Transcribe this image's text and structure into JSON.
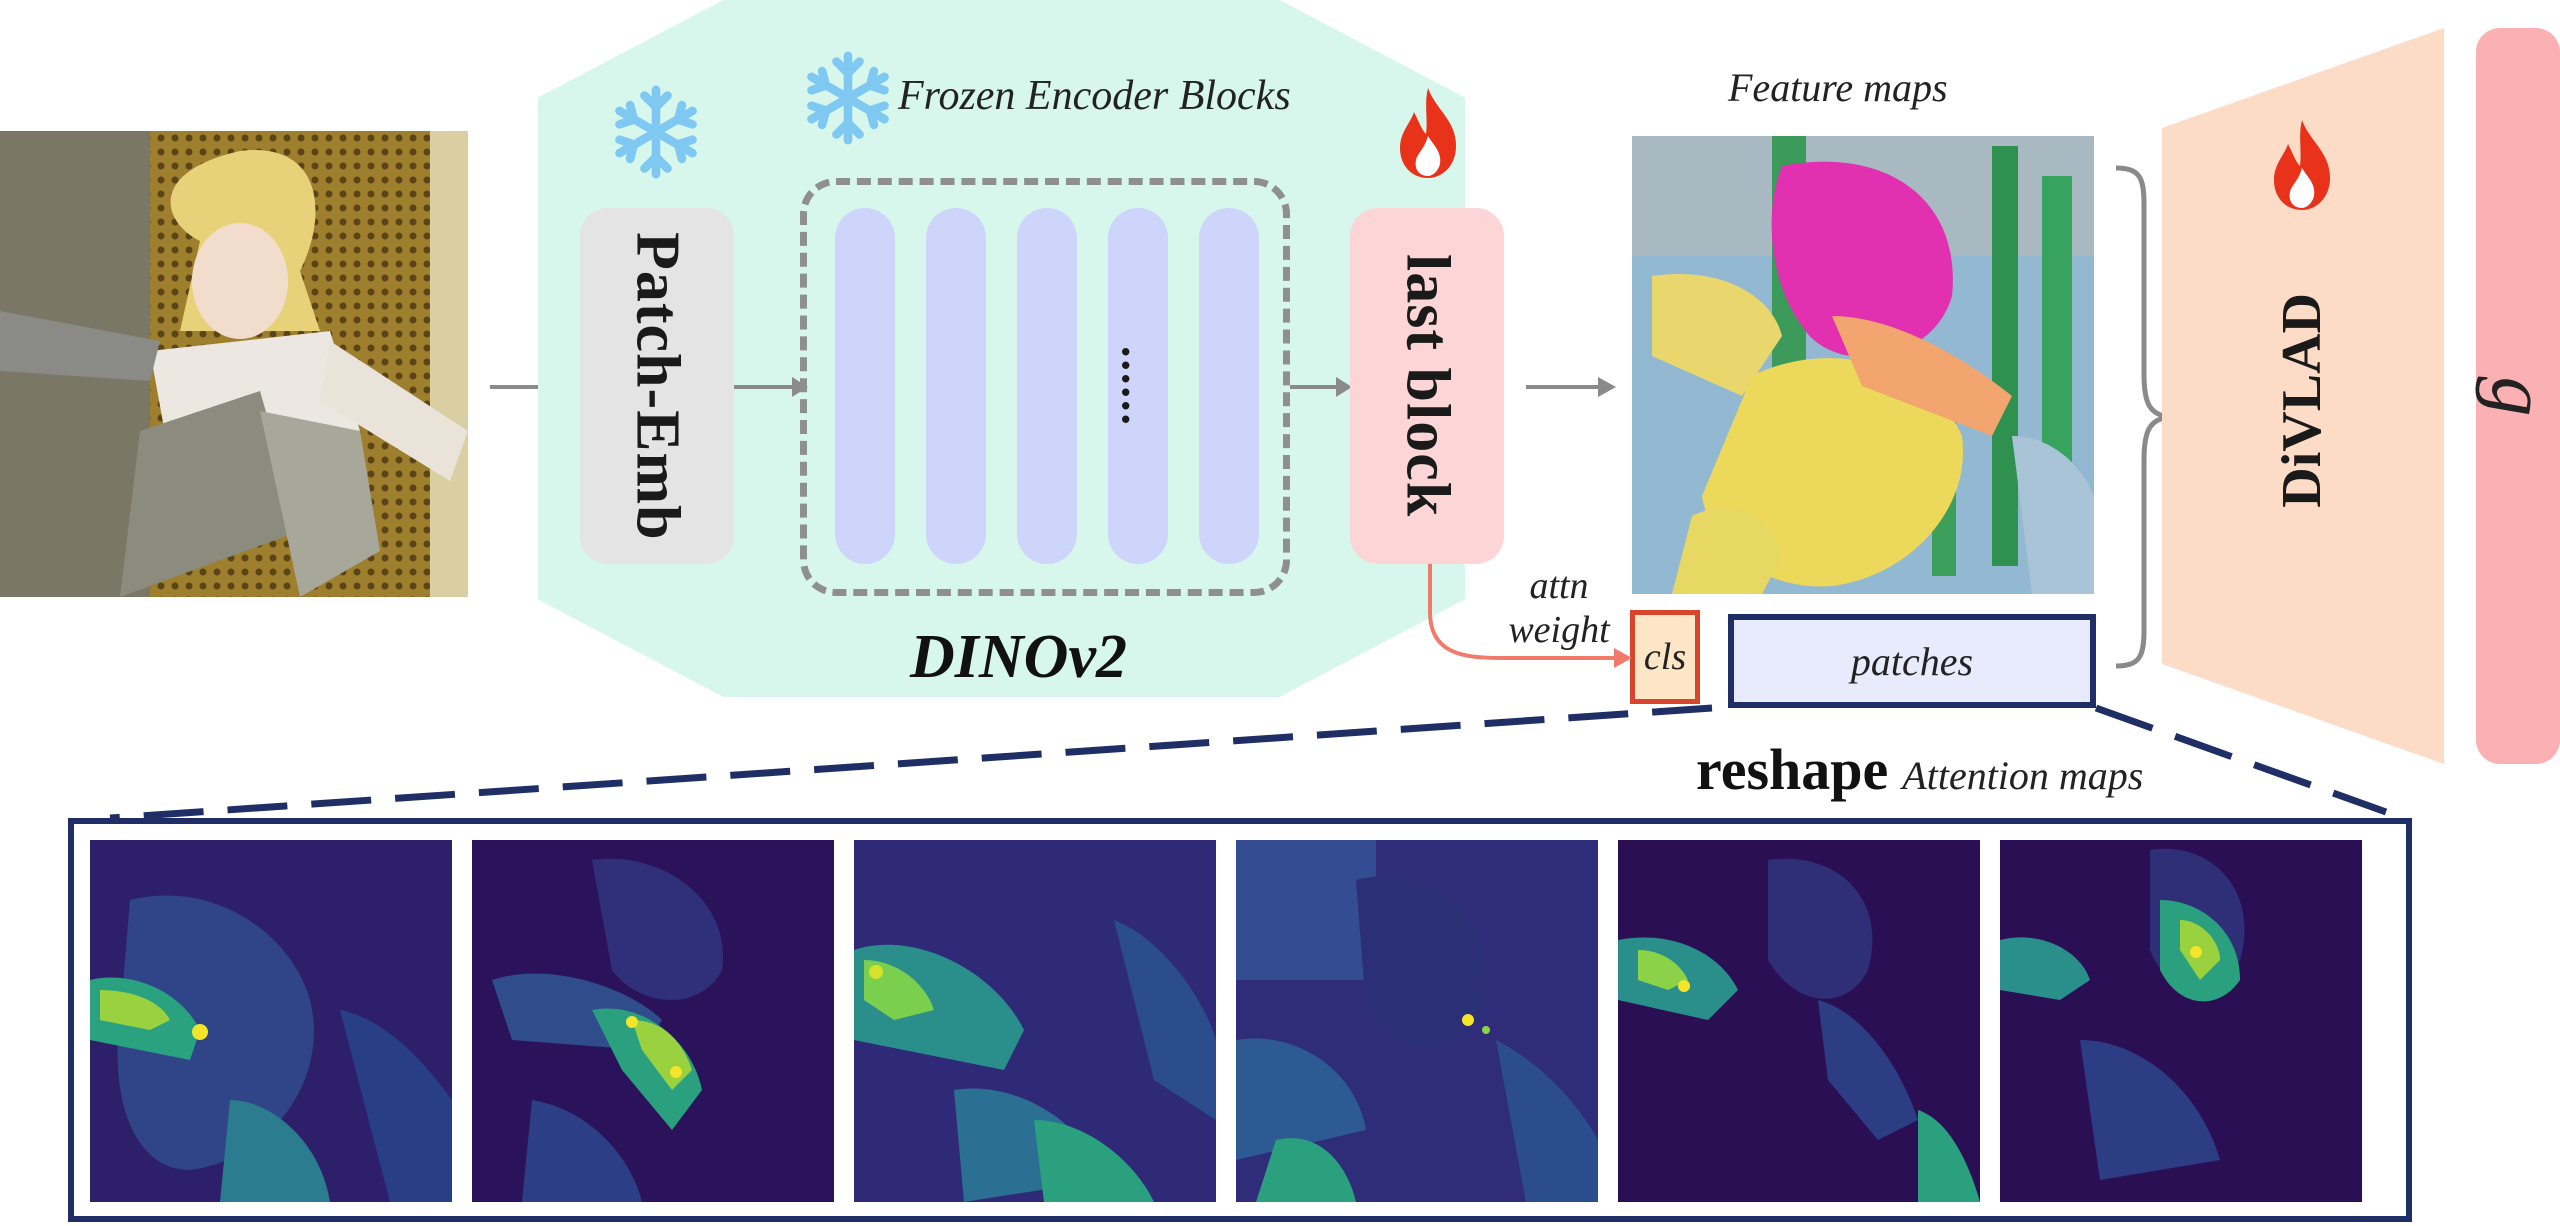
{
  "encoder": {
    "name": "DINOv2",
    "frozen_label": "Frozen Encoder Blocks",
    "patch_emb_label": "Patch-Emb",
    "ellipsis": "......",
    "last_block_label": "last block"
  },
  "feature_maps_label": "Feature maps",
  "attn_weight_label_1": "attn",
  "attn_weight_label_2": "weight",
  "cls_label": "cls",
  "patches_label": "patches",
  "reshape_label": "reshape",
  "attention_maps_label": "Attention maps",
  "divlad_label": "DiVLAD",
  "output_label": "g",
  "colors": {
    "octagon": "#d8f7ec",
    "encoder_block": "#cdd5fb",
    "last_block": "#fcd6d6",
    "divlad": "#fcdcc7",
    "output_bar": "#fbb0b3",
    "navy": "#1f2f66",
    "arrow": "#8a8a8a",
    "attn_arrow": "#f07a6c"
  }
}
